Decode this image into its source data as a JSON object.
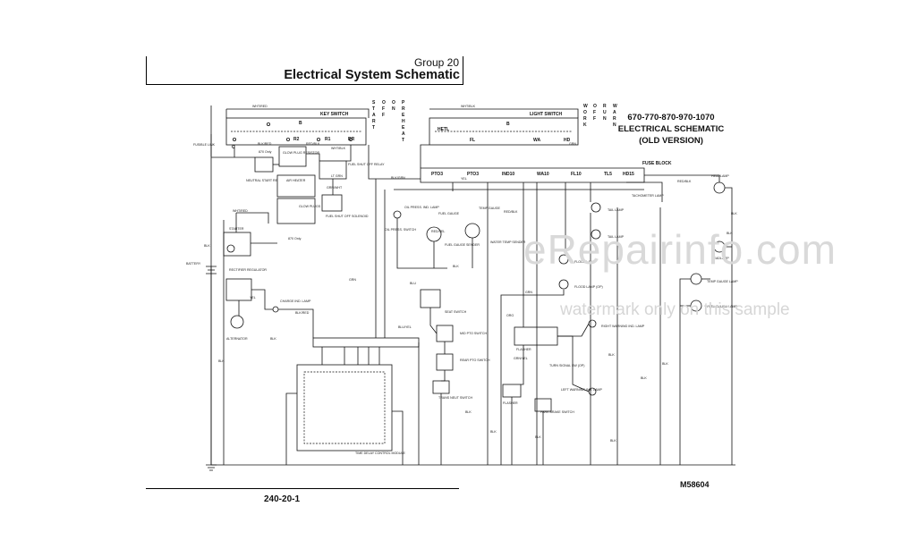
{
  "header": {
    "group": "Group 20",
    "title": "Electrical System Schematic"
  },
  "footer": {
    "page_number": "240-20-1",
    "figure_code": "M58604"
  },
  "schematic_title": {
    "line1": "670-770-870-970-1070",
    "line2": "ELECTRICAL SCHEMATIC",
    "line3": "(OLD VERSION)"
  },
  "watermark": {
    "main": "eRepairinfo.com",
    "sub": "watermark only on this sample"
  },
  "components": {
    "key_switch": "KEY SWITCH",
    "light_switch": "LIGHT SWITCH",
    "fusible_link": "FUSIBLE LINK",
    "glow_plug_resistor": "GLOW PLUG RESISTOR",
    "only_870": "870 Only",
    "neutral_start_relay": "NEUTRAL START RELAY",
    "air_heater": "AIR HEATER",
    "glow_plugs": "GLOW PLUGS",
    "fuel_shut_off_relay": "FUEL SHUT OFF RELAY",
    "fuel_shut_off_solenoid": "FUEL SHUT OFF SOLENOID",
    "starter": "STARTER",
    "battery": "BATTERY",
    "rectifier_regulator": "RECTIFIER REGULATOR",
    "alternator": "ALTERNATOR",
    "charge_ind_lamp": "CHARGE IND. LAMP",
    "oil_press_ind_lamp": "OIL PRESS. IND. LAMP",
    "fuel_gauge": "FUEL GAUGE",
    "temp_gauge": "TEMP GAUGE",
    "oil_press_switch": "OIL PRESS. SWITCH",
    "fuel_gauge_sender": "FUEL GAUGE SENDER",
    "water_temp_sender": "WATER TEMP SENDER",
    "fuse_block": "FUSE BLOCK",
    "tachometer_lamp": "TACHOMETER LAMP",
    "headlamp": "HEADLAMP",
    "tail_lamp": "TAIL LAMP",
    "flood_lamp": "FLOOD LAMP",
    "flood_lamp_op": "FLOOD LAMP (OP)",
    "temp_gauge_lamp": "TEMP GAUGE LAMP",
    "fuel_gauge_lamp": "FUEL GAUGE LAMP",
    "seat_switch": "SEAT SWITCH",
    "mid_pto_switch": "MID PTO SWITCH",
    "rear_pto_switch": "REAR PTO SWITCH",
    "trans_neut_switch": "TRANS NEUT SWITCH",
    "flasher": "FLASHER",
    "turn_signal_sw": "TURN SIGNAL SW (OP)",
    "right_warning_lamp": "RIGHT WARNING IND. LAMP",
    "left_warning_lamp": "LEFT WARNING IND. LAMP",
    "park_brake_switch": "PARK BRAKE SWITCH",
    "time_delay_module": "TIME DELAY CONTROL MODULE"
  },
  "key_switch_positions": [
    "S",
    "T",
    "A",
    "R",
    "T",
    "",
    "O",
    "F",
    "F",
    "",
    "O",
    "N",
    "",
    "P",
    "R",
    "E",
    "H",
    "E",
    "A",
    "T"
  ],
  "light_switch_positions": [
    "W",
    "O",
    "R",
    "K",
    "",
    "O",
    "F",
    "F",
    "",
    "R",
    "U",
    "N",
    "",
    "W",
    "A",
    "R",
    "N"
  ],
  "fuse_block_terminals": [
    "PTO3",
    "PTO3",
    "IND10",
    "WA10",
    "FL10",
    "TL5",
    "HD15"
  ],
  "key_switch_terminals": [
    "C",
    "B",
    "R2",
    "R1",
    "BR"
  ],
  "light_switch_terminals": [
    "HETL",
    "B",
    "FL",
    "WA",
    "HD"
  ],
  "wire_labels": {
    "wht_red": "WHT/RED",
    "wht_blk": "WHT/BLK",
    "blk_red": "BLK/RED",
    "red_blk": "RED/BLK",
    "blk_grn": "BLK/GRN",
    "grn_wht": "GRN/WHT",
    "grn": "GRN",
    "blk": "BLK",
    "org": "ORG",
    "yel": "YEL",
    "lt_grn": "LT GRN",
    "blu_yel": "BLU/YEL",
    "grn_yel": "GRN/YEL",
    "red_yel": "RED/YEL",
    "red": "RED",
    "wht": "WHT",
    "blu": "BLU",
    "pur": "PUR",
    "brn": "BRN"
  }
}
